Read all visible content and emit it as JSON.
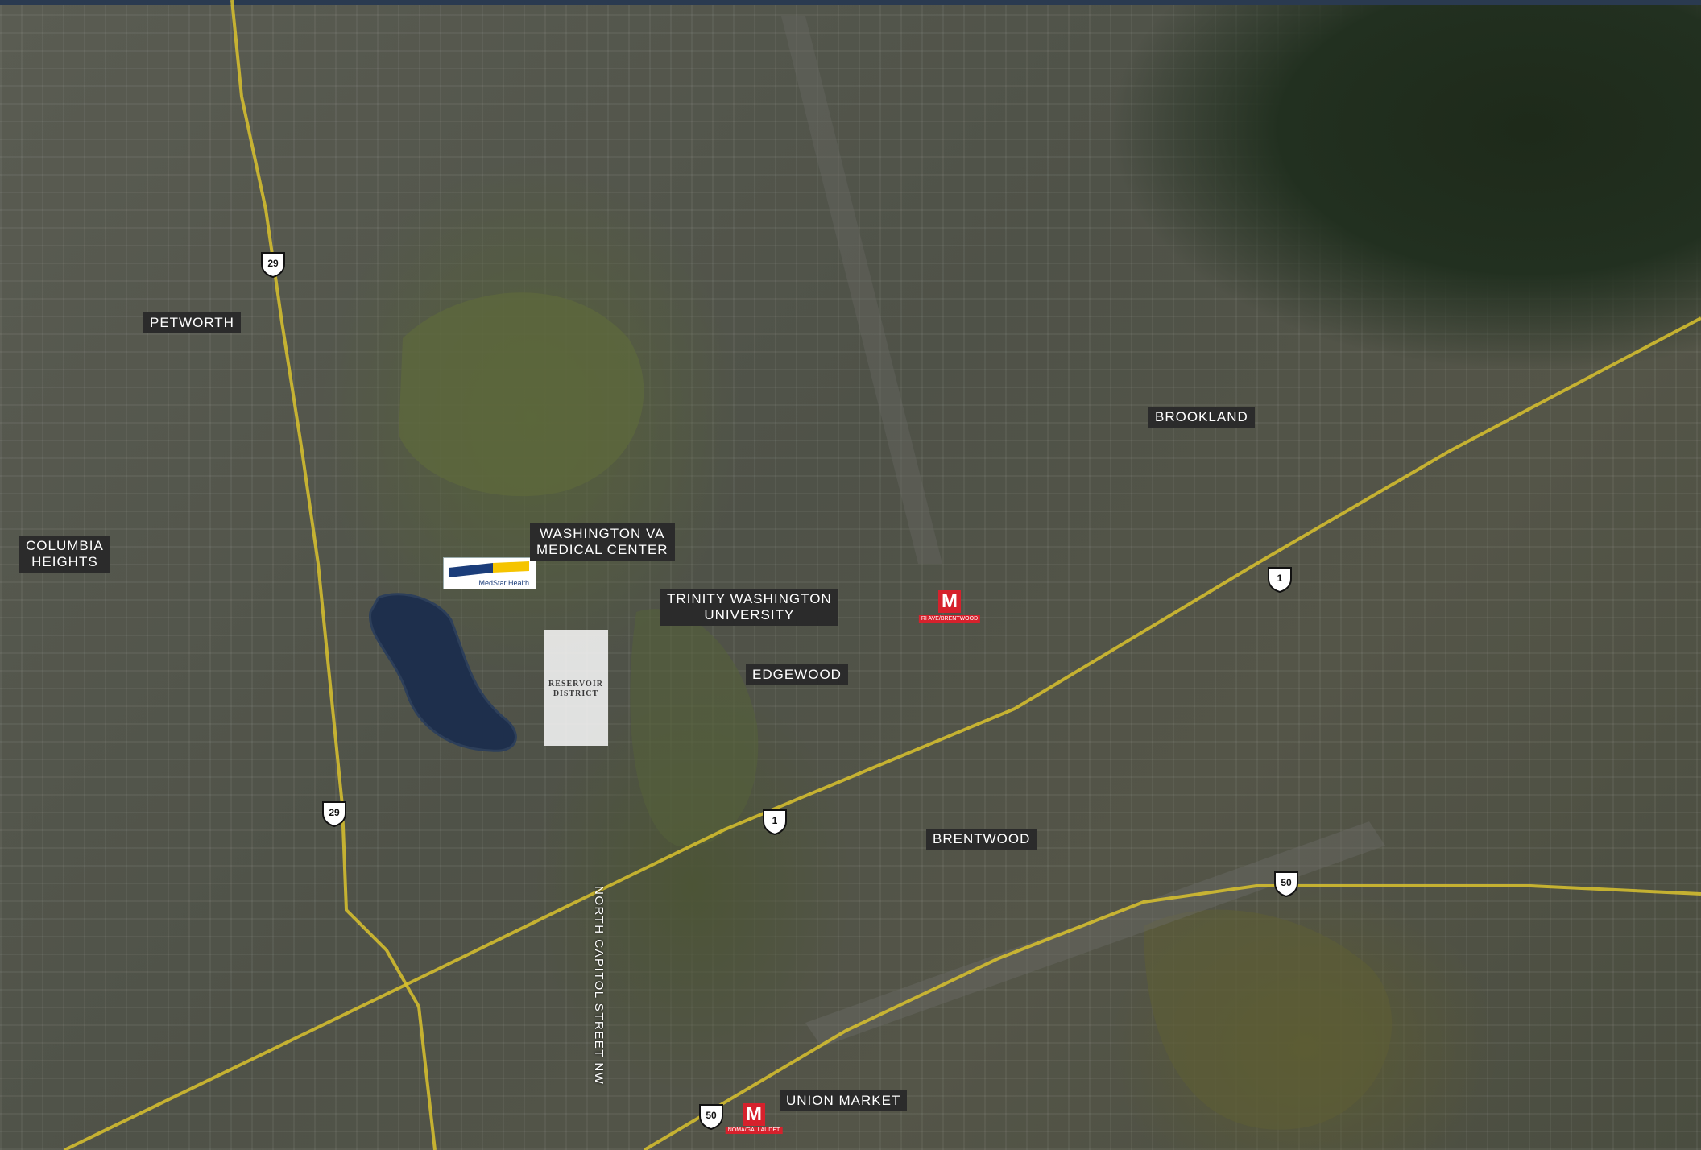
{
  "map": {
    "neighborhoods": {
      "petworth": "PETWORTH",
      "columbia_heights_line1": "COLUMBIA",
      "columbia_heights_line2": "HEIGHTS",
      "brookland": "BROOKLAND",
      "edgewood": "EDGEWOOD",
      "brentwood": "BRENTWOOD",
      "union_market": "UNION MARKET"
    },
    "landmarks": {
      "va_line1": "WASHINGTON VA",
      "va_line2": "MEDICAL CENTER",
      "trinity_line1": "TRINITY WASHINGTON",
      "trinity_line2": "UNIVERSITY",
      "medstar": "MedStar Health",
      "reservoir_line1": "RESERVOIR",
      "reservoir_line2": "DISTRICT"
    },
    "streets": {
      "north_capitol": "NORTH CAPITOL STREET NW"
    },
    "route_shields": {
      "us29": "29",
      "us1": "1",
      "us50": "50"
    },
    "metro": {
      "letter": "M",
      "rhode_island_station": "RI AVE/BRENTWOOD",
      "noma_station": "NOMA/GALLAUDET"
    },
    "colors": {
      "route_line": "#d9c22e",
      "label_bg": "#2b2b2b",
      "metro_red": "#d6212c",
      "water": "#1e2f4c"
    },
    "icons": [
      "us-route-shield-icon",
      "metro-icon",
      "medstar-logo-icon"
    ]
  }
}
